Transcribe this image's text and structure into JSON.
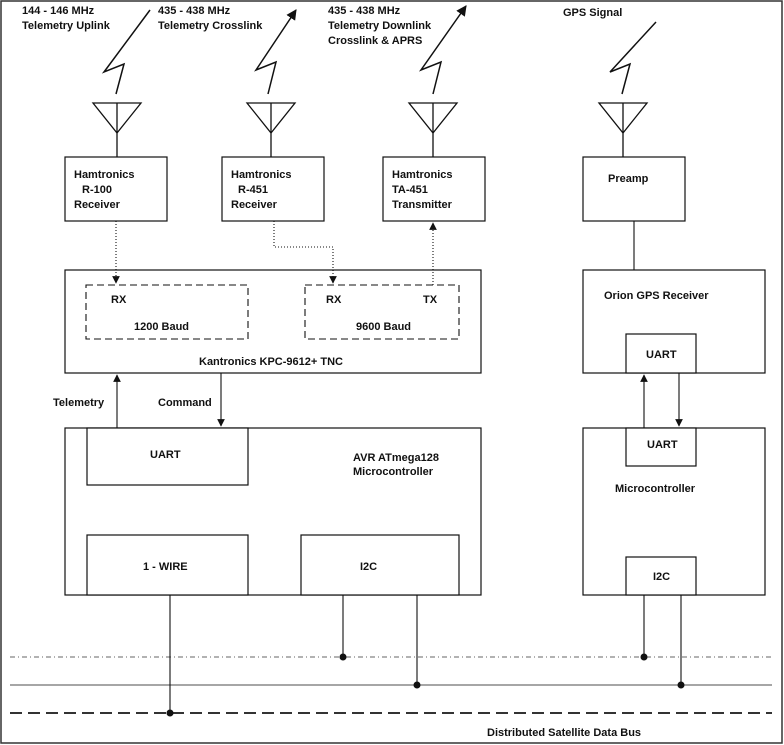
{
  "signals": {
    "uplink": [
      "144 - 146 MHz",
      "Telemetry Uplink"
    ],
    "crosslink": [
      "435 - 438 MHz",
      "Telemetry Crosslink"
    ],
    "downlink": [
      "435 - 438 MHz",
      "Telemetry Downlink",
      "Crosslink & APRS"
    ],
    "gps": [
      "GPS Signal"
    ]
  },
  "radios": {
    "r100": [
      "Hamtronics",
      "R-100",
      "Receiver"
    ],
    "r451": [
      "Hamtronics",
      "R-451",
      "Receiver"
    ],
    "ta451": [
      "Hamtronics",
      "TA-451",
      "Transmitter"
    ],
    "preamp": [
      "Preamp"
    ]
  },
  "tnc": {
    "title": "Kantronics KPC-9612+ TNC",
    "port1": {
      "rx": "RX",
      "baud": "1200 Baud"
    },
    "port2": {
      "rx": "RX",
      "tx": "TX",
      "baud": "9600 Baud"
    }
  },
  "links": {
    "telemetry": "Telemetry",
    "command": "Command"
  },
  "avr": {
    "title": [
      "AVR ATmega128",
      "Microcontroller"
    ],
    "uart": "UART",
    "onewire": "1 - WIRE",
    "i2c": "I2C"
  },
  "gps": {
    "receiver": "Orion GPS Receiver",
    "receiver_uart": "UART",
    "mcu": "Microcontroller",
    "mcu_uart": "UART",
    "mcu_i2c": "I2C"
  },
  "bus": {
    "label": "Distributed Satellite Data Bus"
  },
  "colors": {
    "line": "#111111",
    "bus": "#666666",
    "background": "#ffffff"
  }
}
